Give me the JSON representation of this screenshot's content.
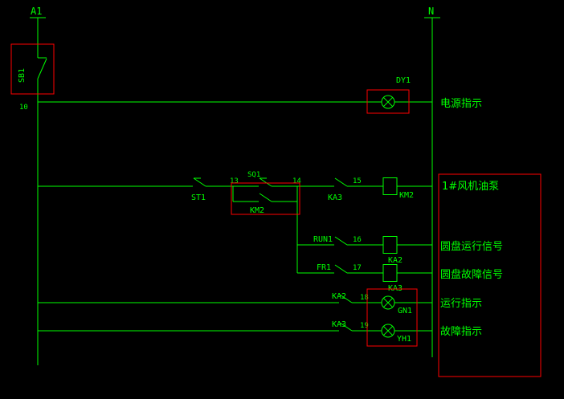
{
  "colors": {
    "background": "#000000",
    "line": "#00ff00",
    "highlight": "#ff0000"
  },
  "rails": {
    "left": "A1",
    "right": "N"
  },
  "wires": {
    "w10": "10",
    "w13": "13",
    "w14": "14",
    "w15": "15",
    "w16": "16",
    "w17": "17",
    "w18": "18",
    "w19": "19"
  },
  "components": {
    "sb1": "SB1",
    "dy1": "DY1",
    "st1": "ST1",
    "sq1": "SQ1",
    "km2_contact": "KM2",
    "ka3_contact_a": "KA3",
    "km2_coil": "KM2",
    "run1": "RUN1",
    "ka2_coil": "KA2",
    "fr1": "FR1",
    "ka3_coil": "KA3",
    "ka2_contact": "KA2",
    "ka3_contact_b": "KA3",
    "gn1": "GN1",
    "yh1": "YH1"
  },
  "annotations": {
    "power": "电源指示",
    "pump": "1#风机油泵",
    "run_signal": "圆盘运行信号",
    "fault_signal": "圆盘故障信号",
    "run_ind": "运行指示",
    "fault_ind": "故障指示"
  }
}
